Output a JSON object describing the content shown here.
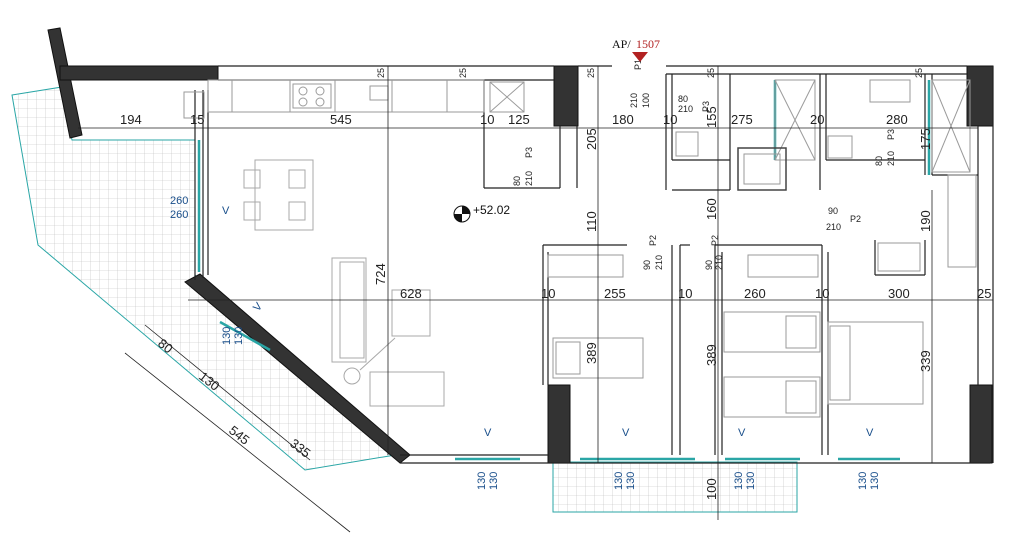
{
  "plan": {
    "apartment_prefix": "AP/",
    "apartment_number": "1507",
    "level": "+52.02",
    "colors": {
      "wall": "#333333",
      "window": "#2aa6a6",
      "accent": "#b22222",
      "blue": "#1a4f8b"
    }
  },
  "dims": {
    "d194": "194",
    "d15": "15",
    "d545_top": "545",
    "d10a": "10",
    "d125": "125",
    "d180": "180",
    "d10b": "10",
    "d275": "275",
    "d20": "20",
    "d280": "280",
    "d205": "205",
    "d155": "155",
    "d175": "175",
    "d110": "110",
    "d160": "160",
    "d190": "190",
    "d724": "724",
    "d628": "628",
    "d10c": "10",
    "d255": "255",
    "d10d": "10",
    "d260": "260",
    "d10e": "10",
    "d300": "300",
    "d25": "25",
    "d389a": "389",
    "d389b": "389",
    "d339": "339",
    "d100": "100",
    "d80": "80",
    "d130": "130",
    "d545_diag": "545",
    "d335": "335",
    "t25a": "25",
    "t25b": "25",
    "t25c": "25",
    "t25d": "25",
    "t25e": "25"
  },
  "doors": {
    "p1": [
      "P1",
      "210",
      "100"
    ],
    "p3a": [
      "80",
      "210",
      "P3"
    ],
    "p3b": [
      "80",
      "210",
      "P3"
    ],
    "p3c": [
      "80",
      "210",
      "P3"
    ],
    "p2a": [
      "90",
      "210",
      "P2"
    ],
    "p2b": [
      "90",
      "210",
      "P2"
    ],
    "p2c": [
      "90",
      "210",
      "P2"
    ]
  },
  "windows": {
    "w1": [
      "260",
      "260"
    ],
    "w2": [
      "130",
      "130"
    ],
    "w3": [
      "130",
      "130"
    ],
    "w4": [
      "130",
      "130"
    ],
    "w5": [
      "130",
      "130"
    ],
    "w6": [
      "130",
      "130"
    ]
  },
  "marks": {
    "v": "V"
  }
}
